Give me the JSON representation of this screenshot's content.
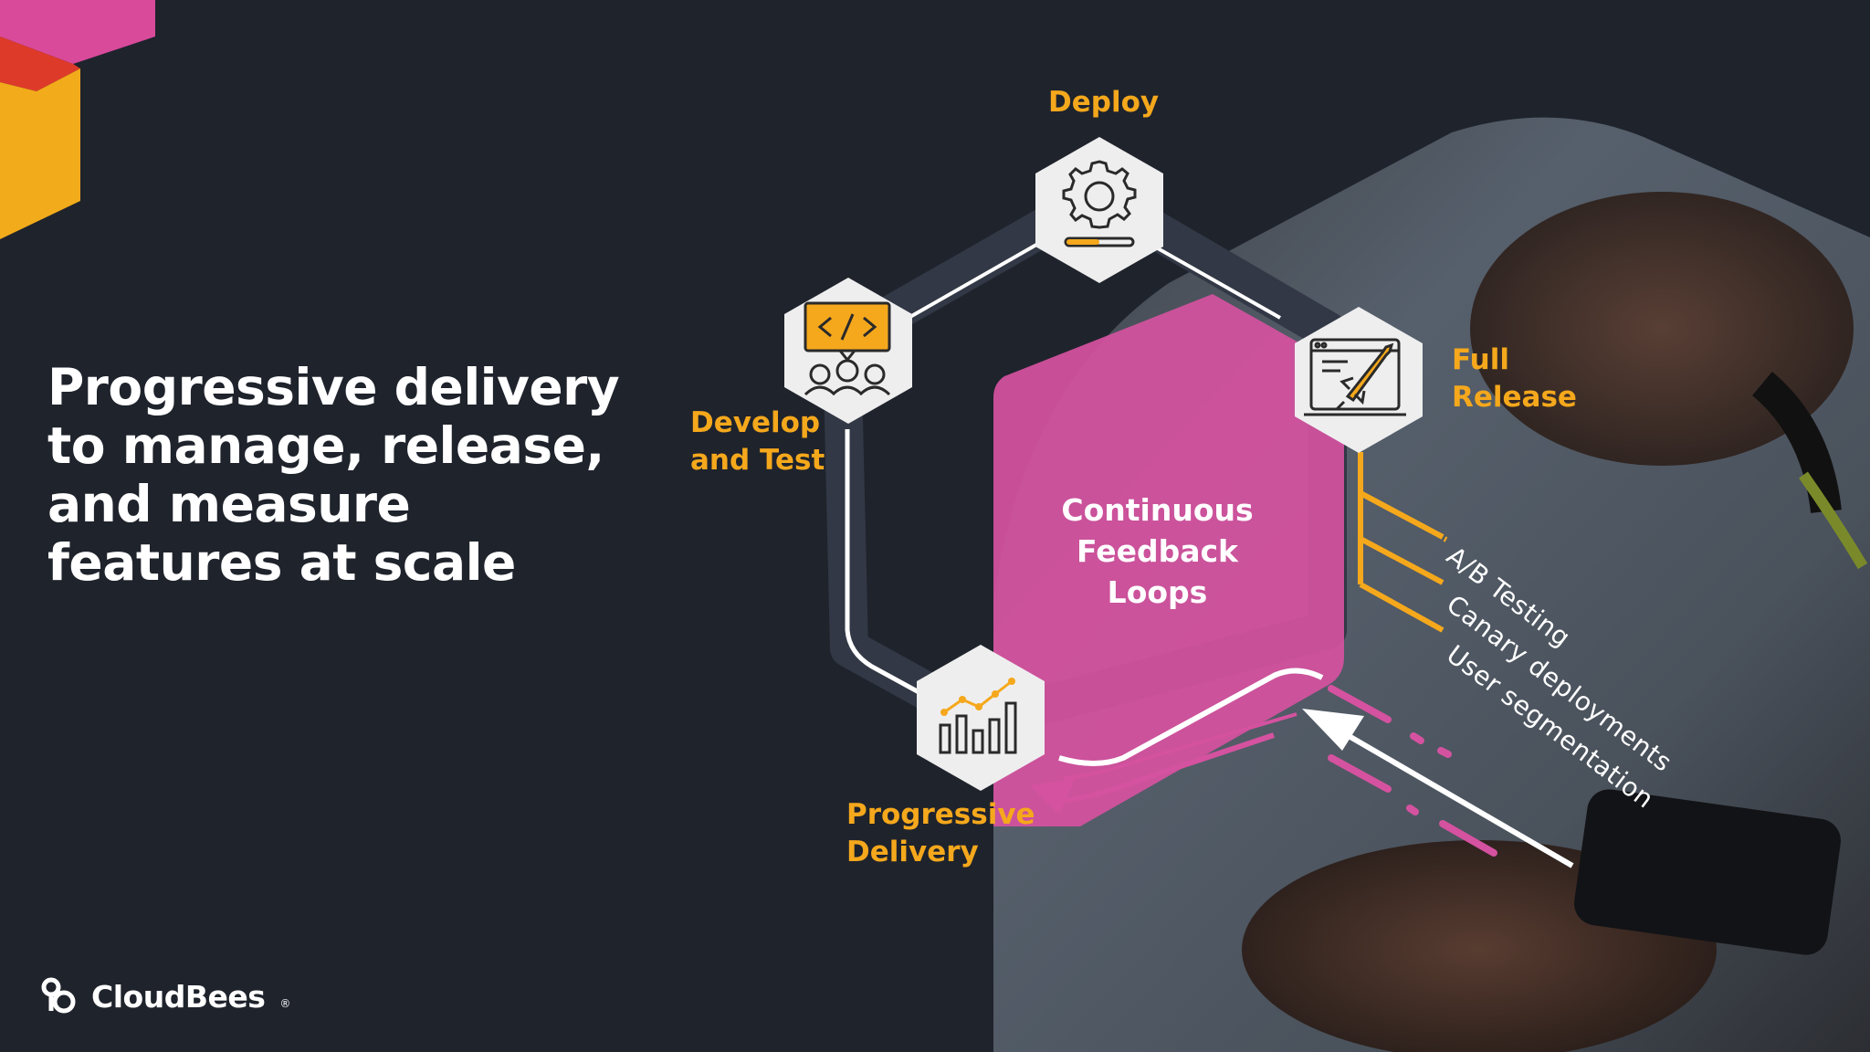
{
  "headline": {
    "lines": [
      "Progressive delivery",
      "to manage, release,",
      "and measure",
      "features at scale"
    ]
  },
  "brand": {
    "name": "CloudBees",
    "reg": "®"
  },
  "diagram": {
    "center_lines": [
      "Continuous",
      "Feedback",
      "Loops"
    ],
    "stages": {
      "deploy": {
        "lines": [
          "Deploy"
        ],
        "icon": "gear-progress-icon"
      },
      "full_release": {
        "lines": [
          "Full",
          "Release"
        ],
        "icon": "rocket-browser-icon"
      },
      "progressive_delivery": {
        "lines": [
          "Progressive",
          "Delivery"
        ],
        "icon": "bar-chart-trend-icon"
      },
      "develop_test": {
        "lines": [
          "Develop",
          "and Test"
        ],
        "icon": "code-team-icon"
      }
    },
    "release_options": [
      "A/B Testing",
      "Canary deployments",
      "User segmentation"
    ]
  },
  "colors": {
    "background": "#1f232c",
    "accent_yellow": "#f5a81c",
    "accent_pink": "#d4529f",
    "hexagon_fill": "#eeeeef",
    "text_white": "#ffffff"
  }
}
